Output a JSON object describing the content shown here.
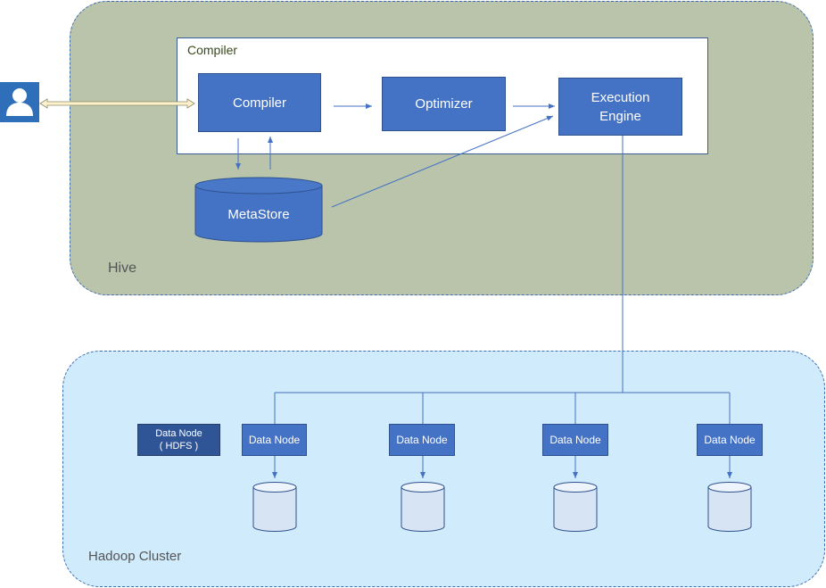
{
  "hive": {
    "label": "Hive"
  },
  "hadoop": {
    "label": "Hadoop Cluster"
  },
  "compiler_frame": {
    "title": "Compiler"
  },
  "nodes": {
    "compiler": "Compiler",
    "optimizer": "Optimizer",
    "execution_line1": "Execution",
    "execution_line2": "Engine",
    "metastore": "MetaStore"
  },
  "data_nodes": {
    "hdfs_line1": "Data Node",
    "hdfs_line2": "( HDFS )",
    "items": [
      "Data Node",
      "Data Node",
      "Data Node",
      "Data Node"
    ]
  },
  "user": {
    "icon": "user-icon"
  },
  "colors": {
    "hive_bg": "#b9c4ab",
    "hadoop_bg": "#d0ebfb",
    "box_fill": "#4472c4",
    "box_dark_fill": "#2f5597",
    "connector": "#4472c4",
    "double_arrow_fill": "#fff2cc"
  }
}
